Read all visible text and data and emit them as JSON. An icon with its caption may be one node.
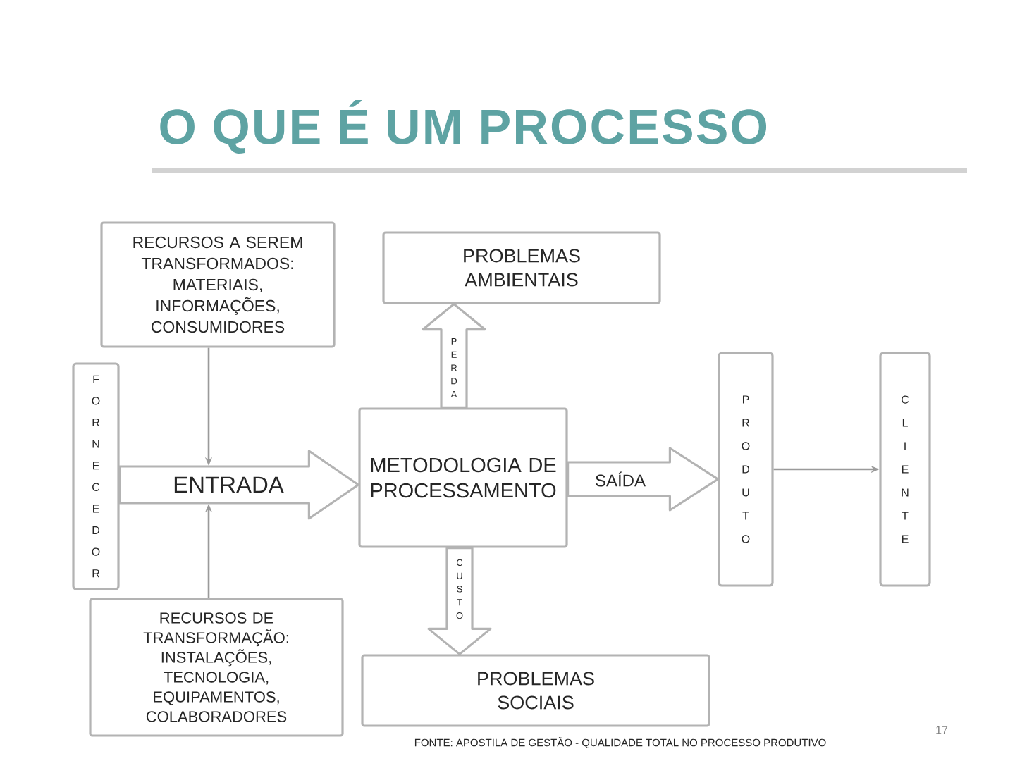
{
  "diagram": {
    "title": "O QUE É UM PROCESSO",
    "nodes": [
      {
        "text": [
          "RECURSOS A SEREM TRANSFORMADOS: MATERIAIS, INFORMAÇÕES, CONSUMIDORES"
        ]
      },
      {
        "text": [
          "PROBLEMAS AMBIENTAIS"
        ]
      },
      {
        "text": [
          "FORNECEDOR"
        ]
      },
      {
        "text": [
          "METODOLOGIA DE PROCESSAMENTO"
        ]
      },
      {
        "text": [
          "PRODUTO"
        ]
      },
      {
        "text": [
          "CLIENTE"
        ]
      },
      {
        "text": [
          "RECURSOS DE TRANSFORMAÇÃO: INSTALAÇÕES, TECNOLOGIA, EQUIPAMENTOS, COLABORADORES"
        ]
      },
      {
        "text": [
          "PROBLEMAS SOCIAIS"
        ]
      }
    ],
    "edges": [
      {
        "from": 0,
        "to": null,
        "arrow": "to"
      },
      {
        "from": 6,
        "to": null,
        "arrow": "to"
      },
      {
        "from": 2,
        "to": 3,
        "arrow": "to",
        "label": "ENTRADA",
        "style": "thick"
      },
      {
        "from": 3,
        "to": 1,
        "arrow": "to",
        "label": "PERDA",
        "style": "thick"
      },
      {
        "from": 3,
        "to": 7,
        "arrow": "to",
        "label": "CUSTO",
        "style": "thick"
      },
      {
        "from": 3,
        "to": 4,
        "arrow": "to",
        "label": "SAÍDA",
        "style": "thick"
      },
      {
        "from": 4,
        "to": 5,
        "arrow": "to"
      }
    ],
    "labels": [
      "FONTE: APOSTILA DE GESTÃO - QUALIDADE TOTAL NO PROCESSO PRODUTIVO",
      "17"
    ]
  }
}
